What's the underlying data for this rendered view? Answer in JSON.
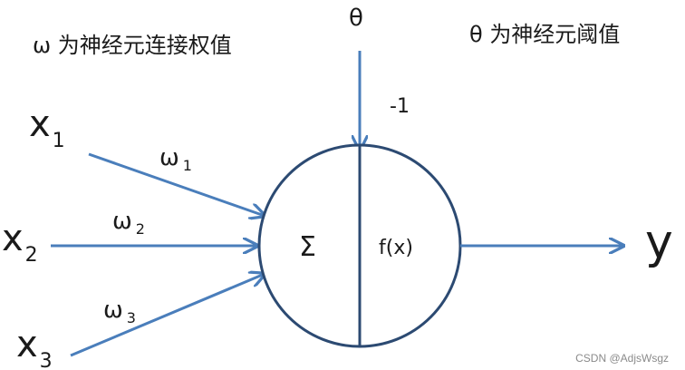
{
  "diagram": {
    "weight_note": "ω 为神经元连接权值",
    "threshold_note": "θ 为神经元阈值",
    "threshold_symbol": "θ",
    "threshold_input": "-1",
    "inputs": [
      {
        "symbol": "x",
        "sub": "1"
      },
      {
        "symbol": "x",
        "sub": "2"
      },
      {
        "symbol": "x",
        "sub": "3"
      }
    ],
    "weights": [
      {
        "symbol": "ω",
        "sub": "1"
      },
      {
        "symbol": "ω",
        "sub": "2"
      },
      {
        "symbol": "ω",
        "sub": "3"
      }
    ],
    "sum_symbol": "Σ",
    "activation": "f(x)",
    "output": "y"
  },
  "colors": {
    "arrow": "#4a7ebb",
    "neuron_stroke": "#2c4a72",
    "text": "#1a1a1a"
  },
  "watermark": "CSDN @AdjsWsgz"
}
